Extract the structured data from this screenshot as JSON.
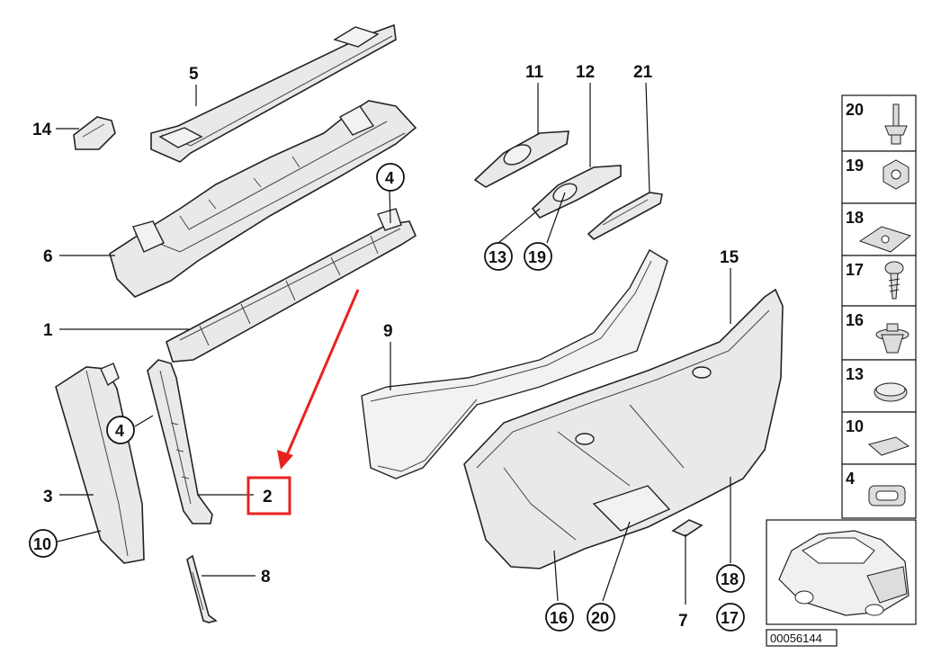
{
  "diagram": {
    "labels": {
      "l1": "1",
      "l2": "2",
      "l3": "3",
      "l4a": "4",
      "l4b": "4",
      "l5": "5",
      "l6": "6",
      "l7": "7",
      "l8": "8",
      "l9": "9",
      "l10": "10",
      "l11": "11",
      "l12": "12",
      "l13": "13",
      "l14": "14",
      "l15": "15",
      "l16": "16",
      "l17": "17",
      "l18": "18",
      "l19": "19",
      "l20": "20",
      "l21": "21"
    },
    "legend": {
      "items": [
        "20",
        "19",
        "18",
        "17",
        "16",
        "13",
        "10",
        "4"
      ]
    },
    "diagram_code": "00056144",
    "highlight": {
      "label": "2",
      "color": "#e8231f"
    }
  }
}
